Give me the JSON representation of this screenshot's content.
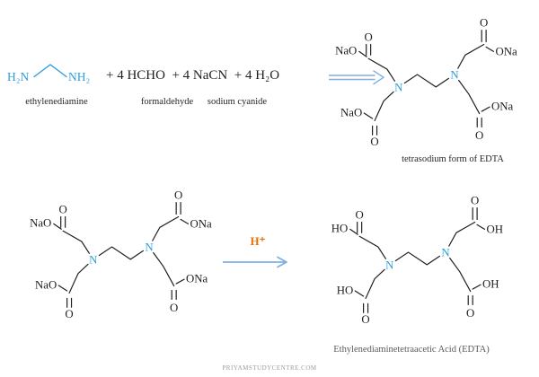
{
  "page": {
    "watermark": "PRIYAMSTUDYCENTRE.COM"
  },
  "colors": {
    "blue_atom": "#2e9fdb",
    "arrow_blue": "#7fb0e0",
    "bond": "#1f1f1f",
    "h_plus_orange": "#e8710a",
    "caption": "#262626",
    "edta_caption": "#595959",
    "watermark": "#9b9b9b"
  },
  "reaction_top": {
    "ethylenediamine": {
      "left_group": "H₂N",
      "right_group": "NH₂",
      "label": "ethylenediamine"
    },
    "reagents_text": "+ 4 HCHO  + 4 NaCN  + 4 H₂O",
    "reagent_labels": {
      "formaldehyde": "formaldehyde",
      "sodium_cyanide": "sodium cyanide"
    },
    "product_caption": "tetrasodium form of EDTA"
  },
  "reaction_bottom": {
    "arrow_label": "H⁺",
    "product_caption": "Ethylenediaminetetraacetic Acid (EDTA)"
  },
  "molecules": {
    "tetrasodium_top": {
      "tl": "NaO",
      "tr": "ONa",
      "bl": "NaO",
      "br": "ONa",
      "o": "O",
      "n": "N"
    },
    "tetrasodium_bottom": {
      "tl": "NaO",
      "tr": "ONa",
      "bl": "NaO",
      "br": "ONa",
      "o": "O",
      "n": "N"
    },
    "edta_acid": {
      "tl": "HO",
      "tr": "OH",
      "bl": "HO",
      "br": "OH",
      "o": "O",
      "n": "N"
    }
  }
}
